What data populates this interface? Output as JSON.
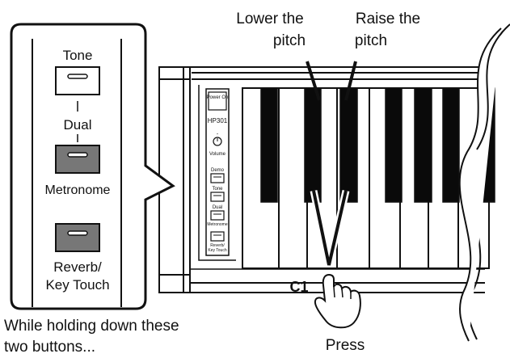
{
  "annotations": {
    "lower_pitch": [
      "Lower the",
      "pitch"
    ],
    "raise_pitch": [
      "Raise the",
      "pitch"
    ],
    "key_label": "C1",
    "press_label": "Press",
    "instruction": [
      "While holding down these",
      "two buttons..."
    ]
  },
  "callout_panel": {
    "tone_label": "Tone",
    "dual_label": "Dual",
    "metronome_label": "Metronome",
    "reverb_label": [
      "Reverb/",
      "Key Touch"
    ]
  },
  "control_panel": {
    "power_label": "Power On",
    "model_label": "HP301",
    "volume_label": "Volume",
    "demo_label": "Demo",
    "tone_label": "Tone",
    "dual_label": "Dual",
    "metronome_label": "Metronome",
    "reverb_label": [
      "Reverb/",
      "Key Touch"
    ]
  },
  "colors": {
    "line": "#111111",
    "button_light": "#ffffff",
    "button_dark": "#777777",
    "key_black": "#0a0a0a"
  }
}
